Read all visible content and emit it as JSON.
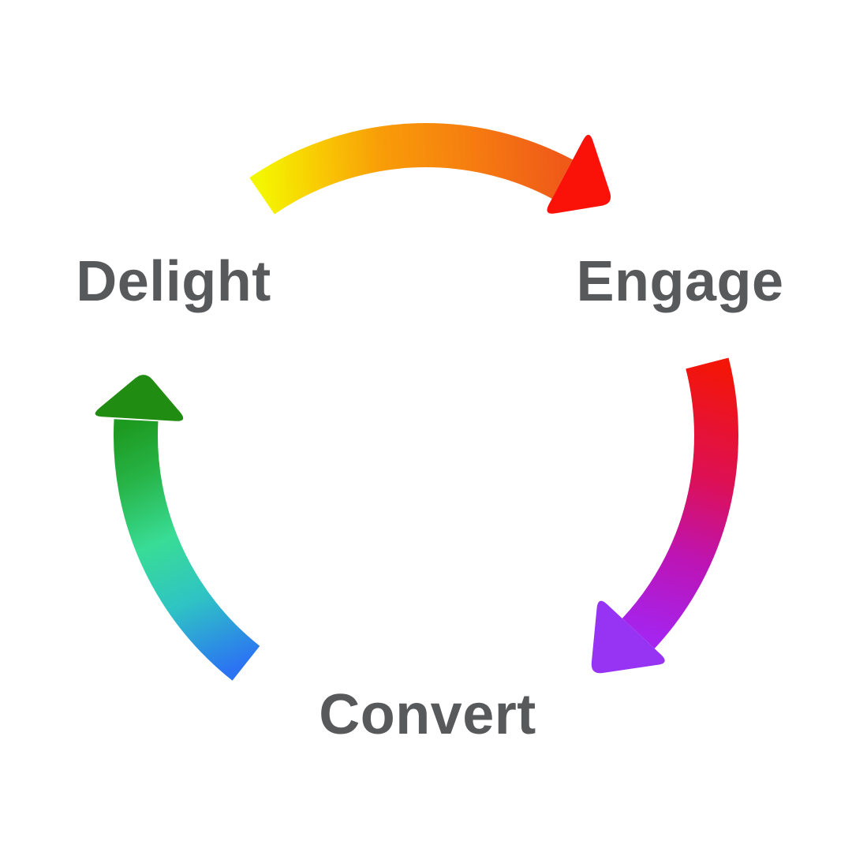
{
  "background_color": "#ffffff",
  "label_color": "#58595b",
  "cycle": {
    "nodes": [
      {
        "id": "delight",
        "label": "Delight"
      },
      {
        "id": "engage",
        "label": "Engage"
      },
      {
        "id": "convert",
        "label": "Convert"
      }
    ],
    "arrows": [
      {
        "id": "delight-to-engage",
        "from": "Delight",
        "to": "Engage",
        "direction": "clockwise",
        "gradient": [
          "#f4f500",
          "#f9c903",
          "#f89d08",
          "#f67d10",
          "#ef5a19"
        ],
        "head_color": "#fa1108"
      },
      {
        "id": "engage-to-convert",
        "from": "Engage",
        "to": "Convert",
        "direction": "clockwise",
        "gradient": [
          "#f31507",
          "#dd1055",
          "#bc14b5",
          "#a524ee"
        ],
        "head_color": "#9733f2"
      },
      {
        "id": "convert-to-delight",
        "from": "Convert",
        "to": "Delight",
        "direction": "clockwise",
        "gradient": [
          "#2b73f3",
          "#2fc4c4",
          "#39dc96",
          "#27b447",
          "#1d9a20"
        ],
        "head_color": "#218c12"
      }
    ]
  }
}
